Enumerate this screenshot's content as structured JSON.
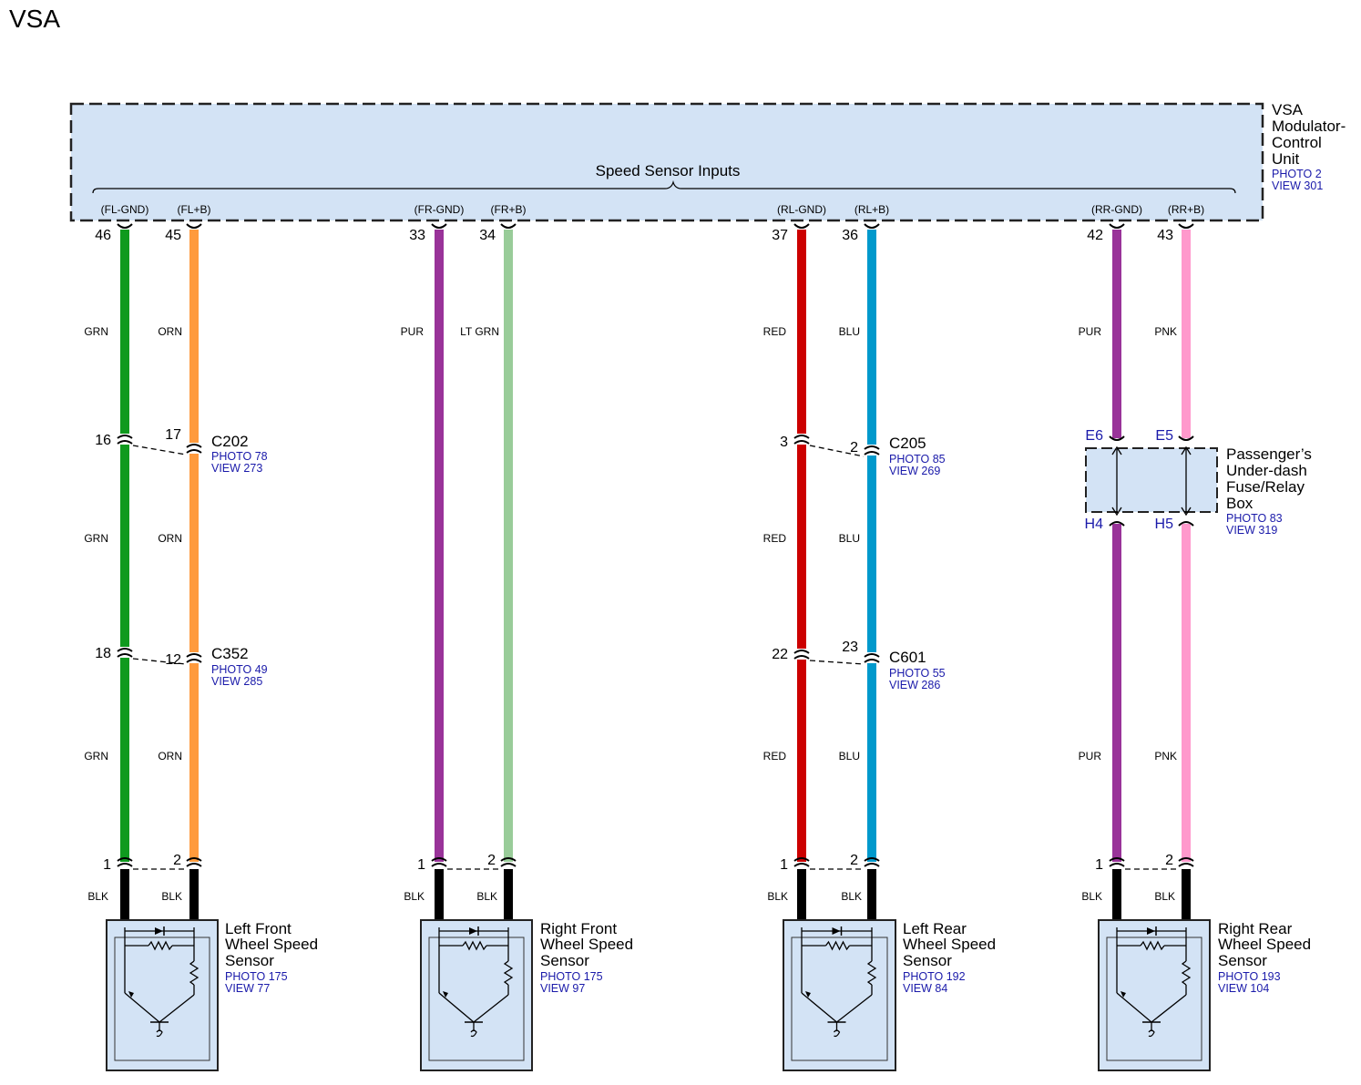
{
  "title": "VSA",
  "colors": {
    "box_fill": "#d3e3f5",
    "GRN": "#0f9a1e",
    "ORN": "#ff9a3c",
    "PUR": "#993399",
    "LT GRN": "#99cc99",
    "RED": "#cc0000",
    "BLU": "#0099cc",
    "PNK": "#ff99cc",
    "BLK": "#000000",
    "ref_text": "#1a1aaa"
  },
  "modulator": {
    "name_lines": [
      "VSA",
      "Modulator-",
      "Control",
      "Unit"
    ],
    "photo": "PHOTO 2",
    "view": "VIEW 301",
    "group_label": "Speed Sensor Inputs"
  },
  "circuits": [
    {
      "id": "fl",
      "wires": [
        {
          "signal": "(FL-GND)",
          "pin": "46",
          "color": "GRN",
          "sensor_pin": "1"
        },
        {
          "signal": "(FL+B)",
          "pin": "45",
          "color": "ORN",
          "sensor_pin": "2"
        }
      ],
      "connectors": [
        {
          "name": "C202",
          "photo": "PHOTO 78",
          "view": "VIEW 273",
          "pins": [
            "16",
            "17"
          ]
        },
        {
          "name": "C352",
          "photo": "PHOTO 49",
          "view": "VIEW 285",
          "pins": [
            "18",
            "12"
          ]
        }
      ],
      "sensor": {
        "lines": [
          "Left Front",
          "Wheel Speed",
          "Sensor"
        ],
        "photo": "PHOTO 175",
        "view": "VIEW 77"
      }
    },
    {
      "id": "fr",
      "wires": [
        {
          "signal": "(FR-GND)",
          "pin": "33",
          "color": "PUR",
          "sensor_pin": "1"
        },
        {
          "signal": "(FR+B)",
          "pin": "34",
          "color": "LT GRN",
          "sensor_pin": "2"
        }
      ],
      "connectors": [],
      "sensor": {
        "lines": [
          "Right Front",
          "Wheel Speed",
          "Sensor"
        ],
        "photo": "PHOTO 175",
        "view": "VIEW 97"
      }
    },
    {
      "id": "rl",
      "wires": [
        {
          "signal": "(RL-GND)",
          "pin": "37",
          "color": "RED",
          "sensor_pin": "1"
        },
        {
          "signal": "(RL+B)",
          "pin": "36",
          "color": "BLU",
          "sensor_pin": "2"
        }
      ],
      "connectors": [
        {
          "name": "C205",
          "photo": "PHOTO 85",
          "view": "VIEW 269",
          "pins": [
            "3",
            "2"
          ]
        },
        {
          "name": "C601",
          "photo": "PHOTO 55",
          "view": "VIEW 286",
          "pins": [
            "22",
            "23"
          ]
        }
      ],
      "sensor": {
        "lines": [
          "Left Rear",
          "Wheel Speed",
          "Sensor"
        ],
        "photo": "PHOTO 192",
        "view": "VIEW 84"
      }
    },
    {
      "id": "rr",
      "wires": [
        {
          "signal": "(RR-GND)",
          "pin": "42",
          "color": "PUR",
          "sensor_pin": "1"
        },
        {
          "signal": "(RR+B)",
          "pin": "43",
          "color": "PNK",
          "sensor_pin": "2"
        }
      ],
      "connectors": [],
      "fuse_box": {
        "name_lines": [
          "Passenger’s",
          "Under-dash",
          "Fuse/Relay",
          "Box"
        ],
        "photo": "PHOTO 83",
        "view": "VIEW 319",
        "top_pins": [
          "E6",
          "E5"
        ],
        "bottom_pins": [
          "H4",
          "H5"
        ]
      },
      "sensor": {
        "lines": [
          "Right Rear",
          "Wheel Speed",
          "Sensor"
        ],
        "photo": "PHOTO 193",
        "view": "VIEW 104"
      }
    }
  ],
  "blk_label": "BLK"
}
